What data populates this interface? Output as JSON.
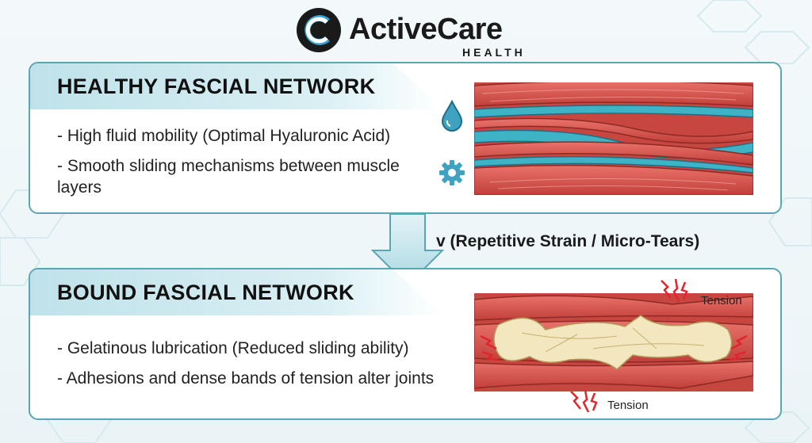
{
  "brand": {
    "name": "ActiveCare",
    "sub": "HEALTH",
    "colors": {
      "dark": "#1a1a1a",
      "accent": "#2fa3d8"
    }
  },
  "healthy": {
    "title": "HEALTHY FASCIAL NETWORK",
    "bullets": [
      "- High fluid mobility (Optimal Hyaluronic Acid)",
      "- Smooth sliding mechanisms between muscle layers"
    ],
    "icons": [
      "droplet-icon",
      "gear-icon"
    ]
  },
  "transition": {
    "label": "v (Repetitive Strain / Micro-Tears)"
  },
  "bound": {
    "title": "BOUND FASCIAL NETWORK",
    "bullets": [
      "- Gelatinous lubrication (Reduced sliding ability)",
      "- Adhesions and dense bands of tension alter joints"
    ],
    "tension_labels": [
      "Tension",
      "Tension"
    ]
  },
  "colors": {
    "panel_border": "#5aa6b4",
    "muscle_red": "#d9504a",
    "fluid_teal": "#3fb3c6",
    "adhesion": "#f3e7c0",
    "alert_red": "#e0262b"
  }
}
